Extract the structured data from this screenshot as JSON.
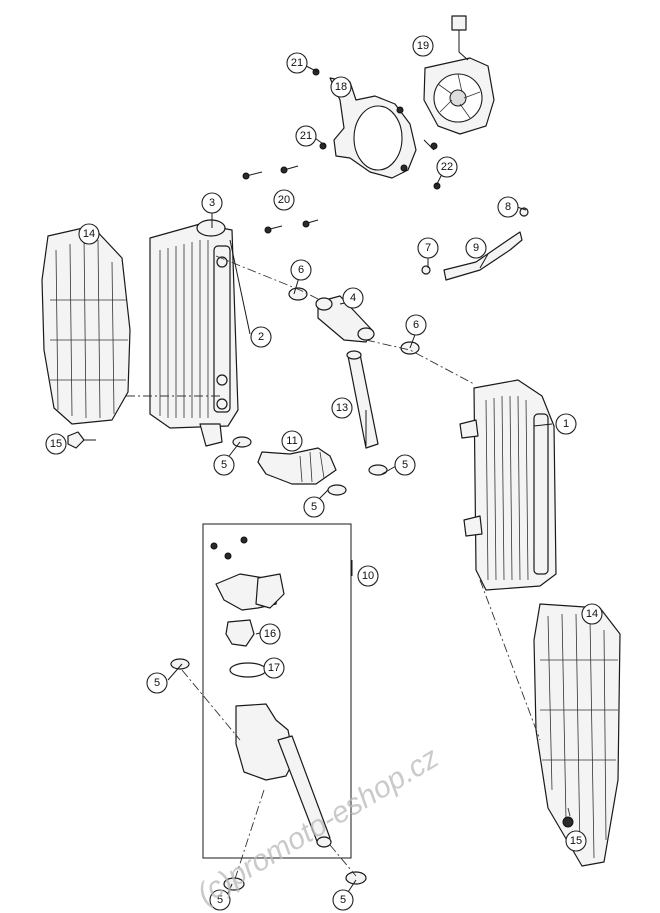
{
  "watermark": "(c)promoto-eshop.cz",
  "callouts": [
    "1",
    "2",
    "3",
    "4",
    "5",
    "5",
    "5",
    "5",
    "5",
    "5",
    "6",
    "6",
    "7",
    "8",
    "9",
    "10",
    "11",
    "13",
    "14",
    "14",
    "15",
    "15",
    "16",
    "17",
    "18",
    "19",
    "20",
    "21",
    "21",
    "22"
  ]
}
